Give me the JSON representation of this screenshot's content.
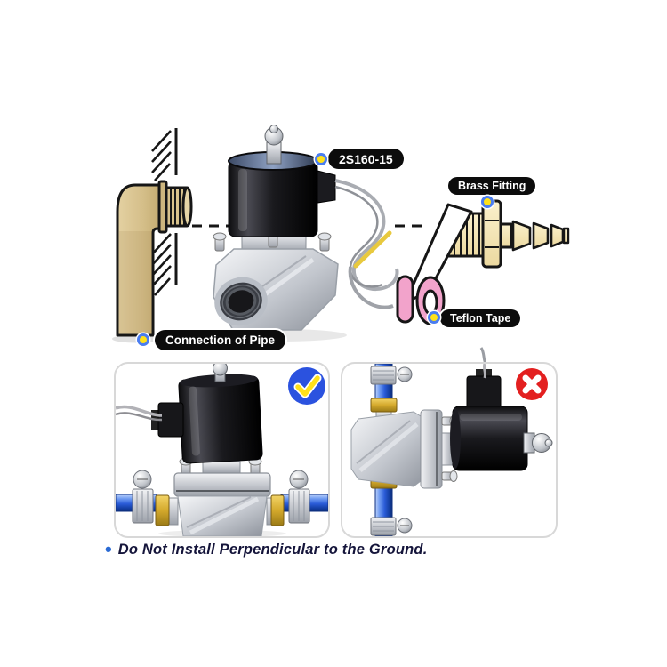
{
  "labels": {
    "model": "2S160-15",
    "brass_fitting": "Brass Fitting",
    "teflon_tape": "Teflon Tape",
    "connection_of_pipe": "Connection of Pipe"
  },
  "panels": {
    "correct": {
      "icon": "check-icon"
    },
    "incorrect": {
      "icon": "x-icon"
    }
  },
  "caption": {
    "bullet": "•",
    "text": "Do Not Install Perpendicular to the Ground."
  },
  "colors": {
    "label_bg": "#0c0c0c",
    "label_text": "#ffffff",
    "callout_dot_fill": "#ffe11a",
    "callout_dot_ring": "#4a7df0",
    "check_badge_bg": "#2b52df",
    "check_mark": "#ffe01a",
    "x_badge_bg": "#e32020",
    "x_mark": "#ffffff",
    "caption_bullet": "#2a6ad4",
    "caption_text": "#14143a",
    "pipe_tan": "#d8c28c",
    "brass_fitting_fill": "#f7ecc2",
    "teflon_pink": "#f2a3cb",
    "pipe_blue": "#2a5cd8"
  }
}
